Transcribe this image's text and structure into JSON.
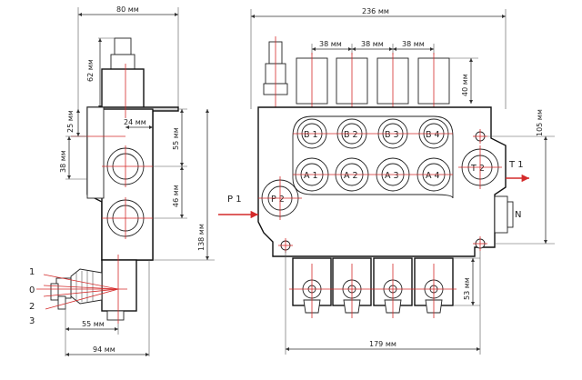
{
  "dimensions": {
    "width_80": "80 мм",
    "width_236": "236 мм",
    "pitch_38_a": "38 мм",
    "pitch_38_b": "38 мм",
    "pitch_38_c": "38 мм",
    "height_62": "62 мм",
    "offset_25": "25 мм",
    "offset_24": "24 мм",
    "height_55": "55 мм",
    "height_38": "38 мм",
    "height_46": "46 мм",
    "height_138": "138 мм",
    "height_40": "40 мм",
    "height_105": "105 мм",
    "height_53": "53 мм",
    "width_55": "55 мм",
    "width_94": "94 мм",
    "width_179": "179 мм"
  },
  "ports": {
    "b1": "B 1",
    "b2": "B 2",
    "b3": "B 3",
    "b4": "B 4",
    "a1": "A 1",
    "a2": "A 2",
    "a3": "A 3",
    "a4": "A 4",
    "p2": "P 2",
    "t2": "T 2",
    "p1": "P 1",
    "t1": "T 1",
    "n": "N"
  },
  "lever_positions": [
    "1",
    "0",
    "2",
    "3"
  ],
  "colors": {
    "centerline": "#d42a2a",
    "line": "#111111"
  }
}
